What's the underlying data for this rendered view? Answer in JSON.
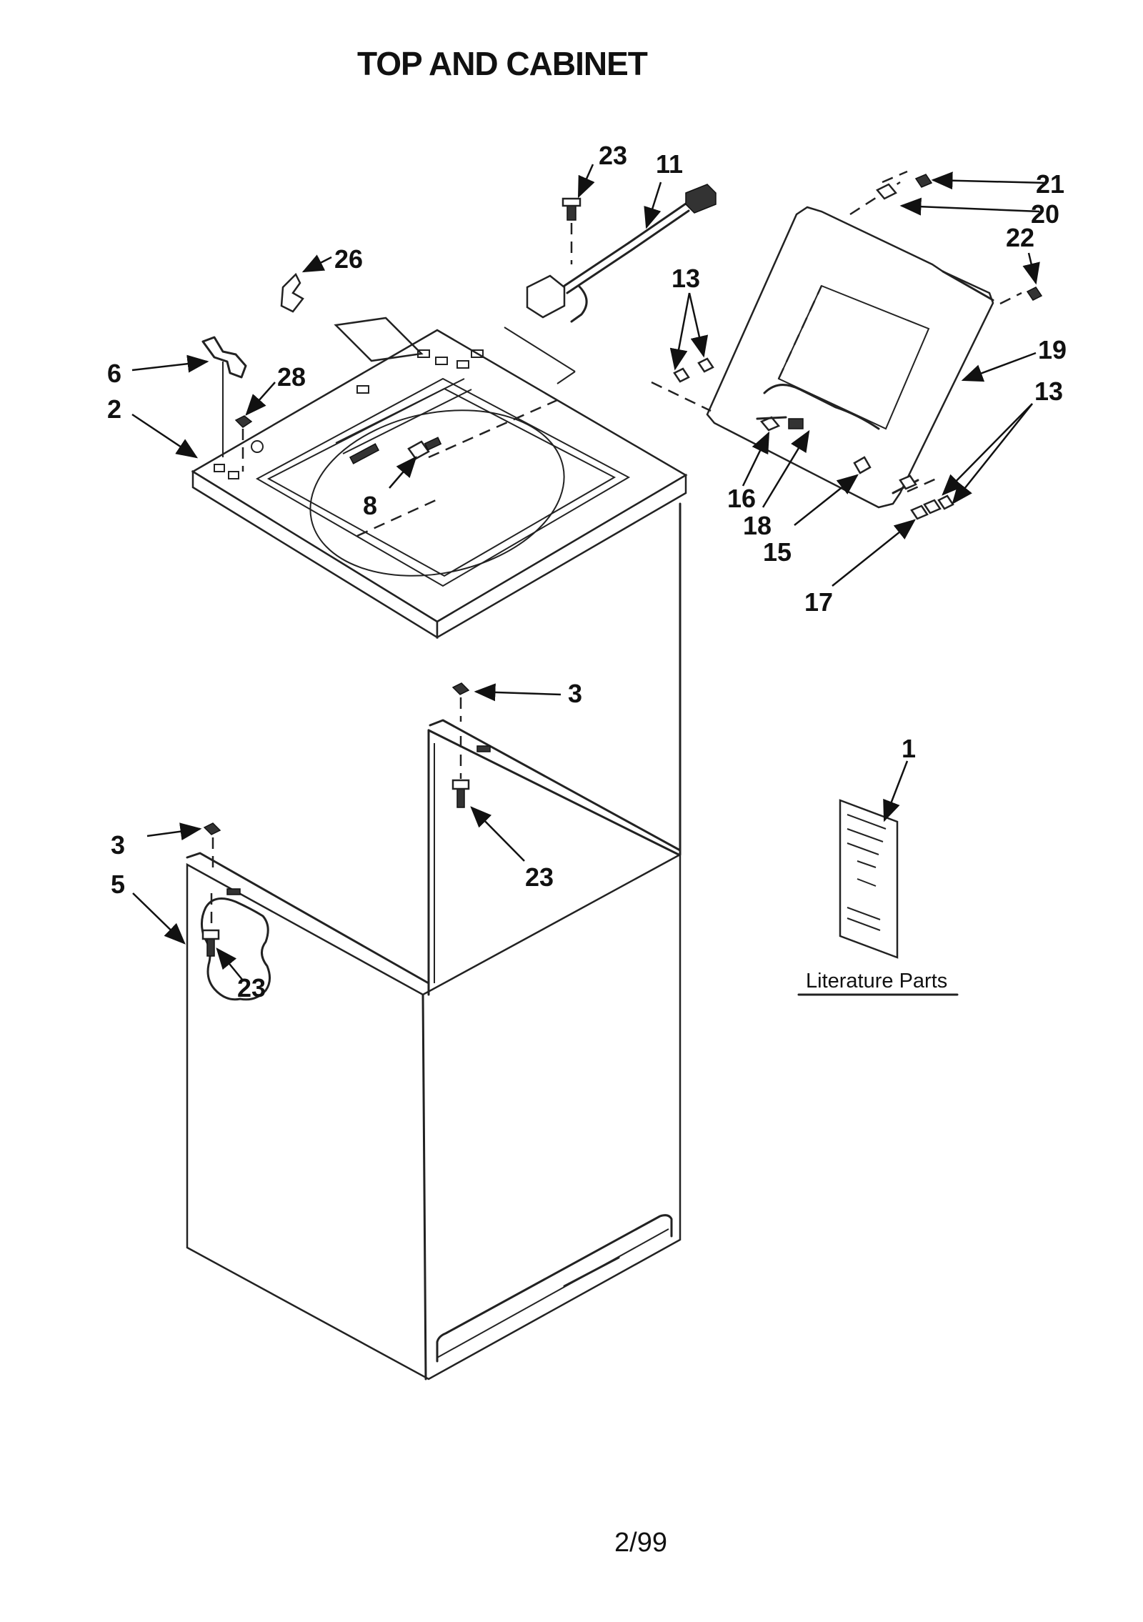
{
  "title": "TOP AND CABINET",
  "page_number": "2/99",
  "literature_caption": "Literature Parts",
  "callouts": {
    "c1": "1",
    "c2": "2",
    "c3a": "3",
    "c3b": "3",
    "c5": "5",
    "c6": "6",
    "c8": "8",
    "c11": "11",
    "c13a": "13",
    "c13b": "13",
    "c15": "15",
    "c16": "16",
    "c17": "17",
    "c18": "18",
    "c19": "19",
    "c20": "20",
    "c21": "21",
    "c22": "22",
    "c23a": "23",
    "c23b": "23",
    "c23c": "23",
    "c26": "26",
    "c28": "28"
  }
}
